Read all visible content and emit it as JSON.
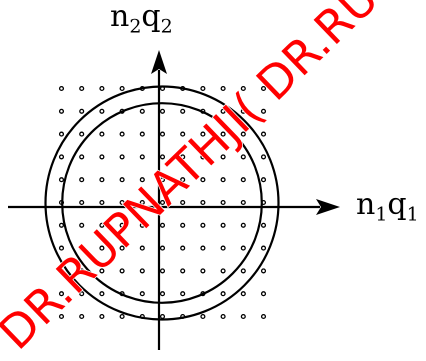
{
  "labels": {
    "y_axis": {
      "n": "n",
      "n_sub": "2",
      "q": "q",
      "q_sub": "2"
    },
    "x_axis": {
      "n": "n",
      "n_sub": "1",
      "q": "q",
      "q_sub": "1"
    }
  },
  "lattice": {
    "columns": 11,
    "rows": 11
  },
  "circles": {
    "count": 2,
    "inner_radius_in_lattice_steps": 4.8,
    "outer_radius_in_lattice_steps": 5.6
  },
  "watermark": {
    "text": "DR.RUPNATHJI( DR.RUPAK NATH )",
    "color": "#ff0000"
  },
  "colors": {
    "ink": "#000000",
    "background": "#ffffff"
  }
}
